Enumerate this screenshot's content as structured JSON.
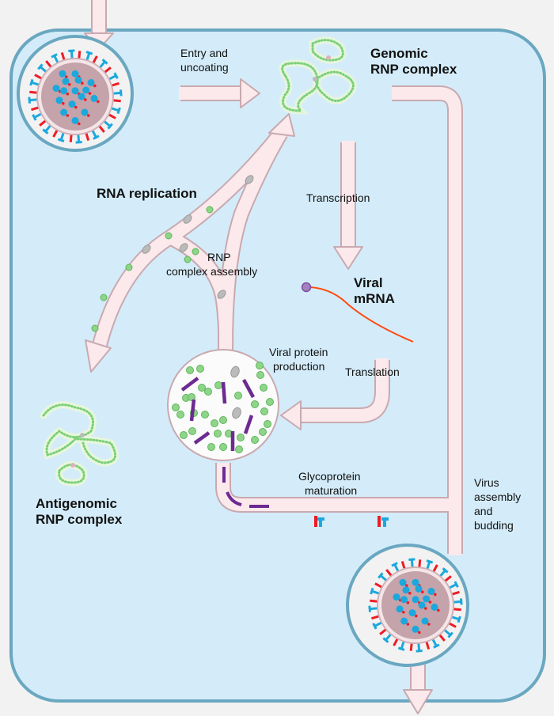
{
  "labels": {
    "entry": [
      "Entry and",
      "uncoating"
    ],
    "genomic": [
      "Genomic",
      "RNP complex"
    ],
    "transcription": "Transcription",
    "rna_replication": "RNA replication",
    "rnp_assembly": [
      "RNP",
      "complex assembly"
    ],
    "viral_mrna": [
      "Viral",
      "mRNA"
    ],
    "protein_production": [
      "Viral protein",
      "production"
    ],
    "translation": "Translation",
    "glycoprotein": [
      "Glycoprotein",
      "maturation"
    ],
    "budding": [
      "Virus",
      "assembly",
      "and",
      "budding"
    ],
    "antigenomic": [
      "Antigenomic",
      "RNP complex"
    ]
  },
  "colors": {
    "cell_fill": "#d4ecf9",
    "cell_border": "#6aa7c0",
    "arrow_fill": "#fbe9ec",
    "arrow_border": "#c9a9b0",
    "virus_core": "#c4a3aa",
    "spike_red": "#ee1c25",
    "spike_blue": "#1ba8dd",
    "nucleoprotein_green": "#8fd48a",
    "protein_purple": "#6d2a91",
    "mrna_orange": "#ff4a10"
  }
}
